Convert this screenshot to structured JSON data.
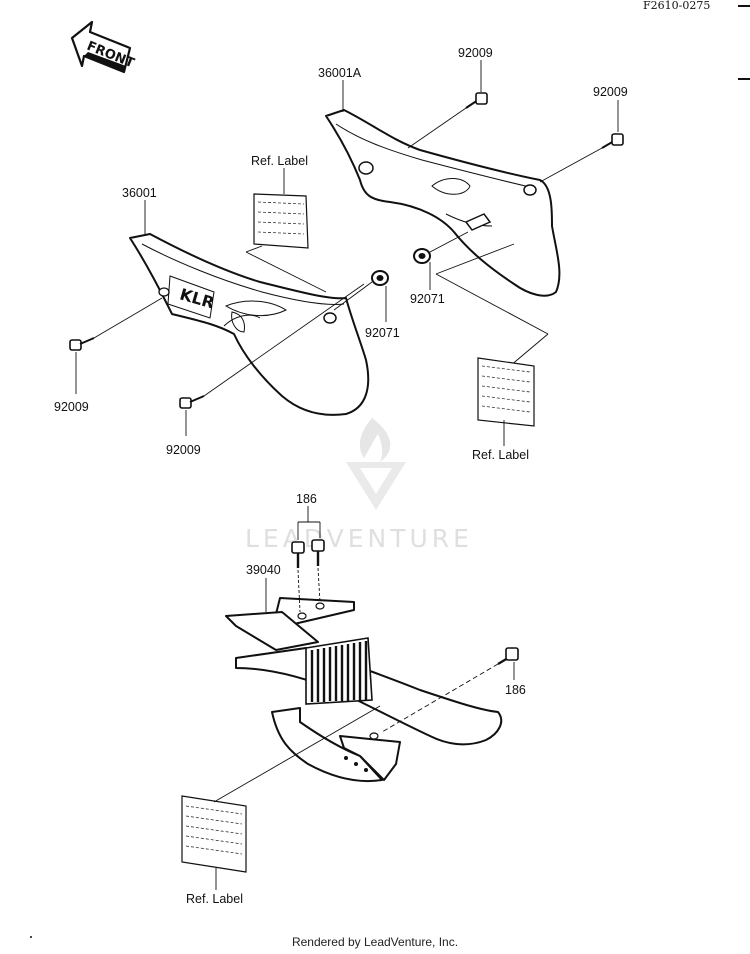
{
  "diagram_code": "F2610-0275",
  "front_label": "FRONT",
  "watermark": "LEADVENTURE",
  "labels": {
    "part_36001A": "36001A",
    "part_36001": "36001",
    "bolt_top_left": "92009",
    "bolt_top_right": "92009",
    "grommet_right": "92071",
    "grommet_left": "92071",
    "bolt_left_lower": "92009",
    "bolt_left_front": "92009",
    "ref_label_upper_left": "Ref. Label",
    "ref_label_right": "Ref. Label",
    "ref_label_bottom": "Ref. Label",
    "part_186_top": "186",
    "part_186_right": "186",
    "part_39040": "39040"
  },
  "footer": {
    "credit": "Rendered by LeadVenture, Inc."
  }
}
